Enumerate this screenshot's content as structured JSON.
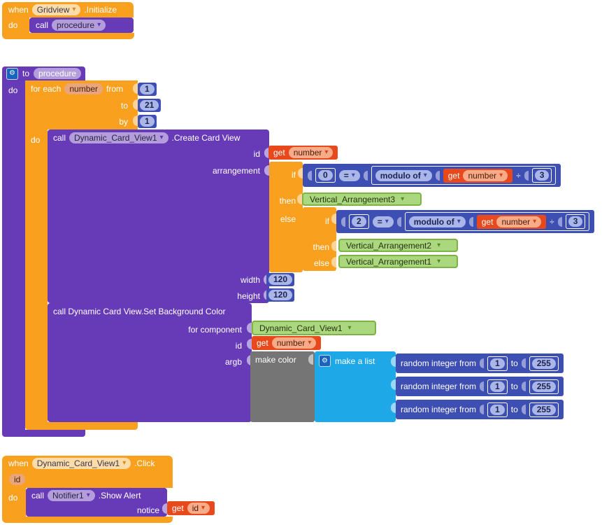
{
  "icons": {
    "gear": "⚙",
    "dropdown": "▾"
  },
  "colors": {
    "event_control_orange": "#F9A11E",
    "procedure_purple": "#673AB7",
    "math_indigo": "#3E4FB4",
    "variable_red": "#E8491C",
    "component_green_fill": "#ABD77E",
    "component_green_border": "#7CB342",
    "color_block_gray": "#757575",
    "list_blue": "#1FA8E8",
    "field_lavender": "#B39DDB",
    "field_cream": "#FCDCA8",
    "field_salmon": "#EBA57D",
    "field_light_indigo": "#AAB5E8",
    "get_pill_salmon": "#F8AB89",
    "gear_chip_blue": "#1565C0"
  },
  "when_gridview_initialize": {
    "when": "when",
    "component": "Gridview",
    "event": ".Initialize",
    "do": "do",
    "call": "call",
    "procedure": "procedure"
  },
  "to_procedure": {
    "to": "to",
    "name": "procedure",
    "do": "do"
  },
  "for_each": {
    "label": "for each",
    "var": "number",
    "from": "from",
    "from_value": "1",
    "to": "to",
    "to_value": "21",
    "by": "by",
    "by_value": "1",
    "do": "do"
  },
  "create_card_view": {
    "call": "call",
    "component": "Dynamic_Card_View1",
    "method": ".Create Card View",
    "id_label": "id",
    "arrangement_label": "arrangement",
    "width_label": "width",
    "height_label": "height",
    "id_value": {
      "get": "get",
      "var": "number"
    },
    "width_value": "120",
    "height_value": "120",
    "arrangement_if": {
      "if": "if",
      "then": "then",
      "else": "else",
      "condition": {
        "left": "0",
        "op": "=",
        "modulo": "modulo of",
        "get": "get",
        "var": "number",
        "op2": "÷",
        "right": "3"
      },
      "then_value": "Vertical_Arrangement3",
      "else_if": {
        "if": "if",
        "then": "then",
        "else": "else",
        "condition": {
          "left": "2",
          "op": "=",
          "modulo": "modulo of",
          "get": "get",
          "var": "number",
          "op2": "÷",
          "right": "3"
        },
        "then_value": "Vertical_Arrangement2",
        "else_value": "Vertical_Arrangement1"
      }
    }
  },
  "set_background_color": {
    "header": "call Dynamic Card View.Set Background Color",
    "for_component_label": "for component",
    "id_label": "id",
    "argb_label": "argb",
    "component": "Dynamic_Card_View1",
    "id_value": {
      "get": "get",
      "var": "number"
    },
    "make_color": "make color",
    "make_a_list": "make a list",
    "random_integers": [
      {
        "label": "random integer from",
        "from": "1",
        "to_label": "to",
        "to": "255"
      },
      {
        "label": "random integer from",
        "from": "1",
        "to_label": "to",
        "to": "255"
      },
      {
        "label": "random integer from",
        "from": "1",
        "to_label": "to",
        "to": "255"
      }
    ]
  },
  "when_card_click": {
    "when": "when",
    "component": "Dynamic_Card_View1",
    "event": ".Click",
    "param": "id",
    "do": "do",
    "call": "call",
    "notifier": "Notifier1",
    "method": ".Show Alert",
    "notice_label": "notice",
    "notice_value": {
      "get": "get",
      "var": "id"
    }
  }
}
